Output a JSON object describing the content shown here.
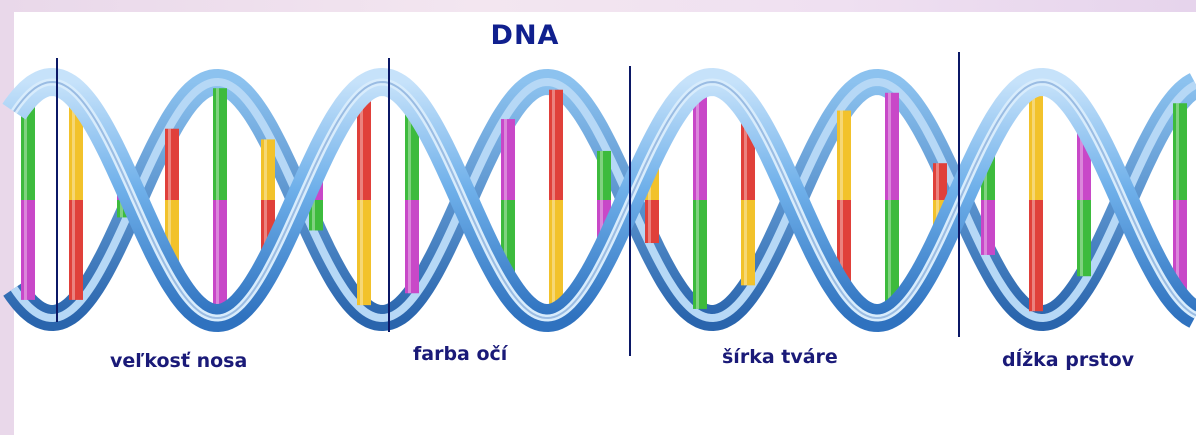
{
  "diagram": {
    "title": "DNA",
    "gene_labels": [
      "veľkosť nosa",
      "farba očí",
      "šírka tváre",
      "dĺžka prstov"
    ],
    "colors": {
      "title": "#10208e",
      "label": "#1a1a78",
      "strand": "#4a90d6",
      "strand_light": "#9ccaf2",
      "boundary": "#0b1866",
      "base_green": "#3dbb3d",
      "base_magenta": "#c848c8",
      "base_yellow": "#f2c22b",
      "base_red": "#e0403a"
    }
  }
}
